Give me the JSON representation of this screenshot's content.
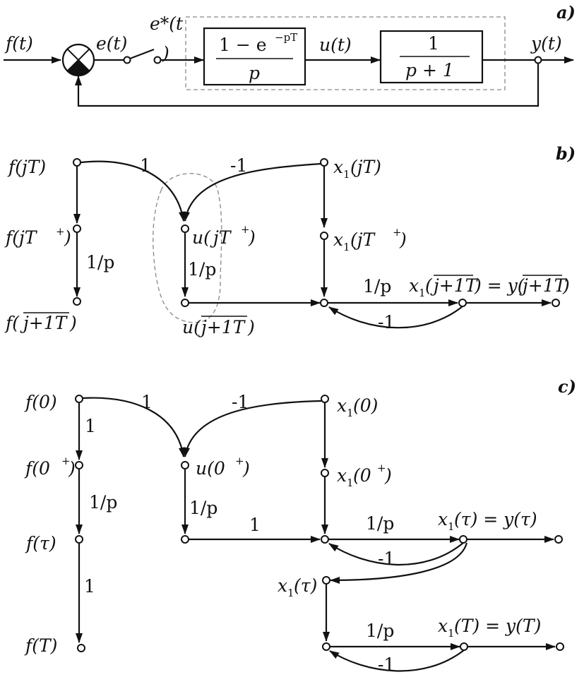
{
  "panel_a": {
    "tag": "a)",
    "input": "f(t)",
    "error": "e(t)",
    "sampled": "e*(t",
    "sampled_tail": ")",
    "hold_num": "1 − e",
    "hold_exp": "−pT",
    "hold_den": "p",
    "control": "u(t)",
    "plant_num": "1",
    "plant_den": "p   +  1",
    "output": "y(t)"
  },
  "panel_b": {
    "tag": "b)",
    "f_jT": "f(jT)",
    "f_jT_plus": "f(jT",
    "f_next_a": "f(",
    "f_next_b": "j+1T",
    "f_next_c": ")",
    "u_jT_plus_a": "u(",
    "u_jT_plus_b": "jT",
    "u_jT_plus_c": ")",
    "u_next_a": "u(",
    "u_next_b": "j+1T",
    "u_next_c": ")",
    "x1_jT_a": "x",
    "x1_jT_b": "(jT)",
    "x1_jTp_a": "x",
    "x1_jTp_b": "(jT",
    "x1_jTp_c": ")",
    "x1_next_a": "x",
    "x1_next_b": "(",
    "x1_next_c": "j+1T",
    "x1_next_d": ") = y(",
    "x1_next_e": "j+1T",
    "x1_next_f": ")",
    "gain_1": "1",
    "gain_m1": "-1",
    "gain_1p_left": "1/p",
    "gain_1p_mid": "1/p",
    "gain_1p_right": "1/p",
    "gain_fb": "-1",
    "sub1": "1",
    "plus": "+"
  },
  "panel_c": {
    "tag": "c)",
    "f0": "f(0)",
    "f0p": "f(0",
    "f0p_close": ")",
    "ftau": "f(τ)",
    "fT": "f(T)",
    "u0p": "u(0",
    "u0p_close": ")",
    "x10_a": "x",
    "x10_b": "(0)",
    "x10p_a": "x",
    "x10p_b": "(0",
    "x10p_c": ")",
    "x1tau_y_a": "x",
    "x1tau_y_b": "(τ) = y(τ)",
    "x1tau_a": "x",
    "x1tau_b": "(τ)",
    "x1T_y_a": "x",
    "x1T_y_b": "(T) = y(T)",
    "gain_1_top": "1",
    "gain_m1_top": "-1",
    "gain_1_left": "1",
    "gain_1p_left": "1/p",
    "gain_1_left2": "1",
    "gain_1p_mid": "1/p",
    "gain_1_mid": "1",
    "gain_1p_right": "1/p",
    "gain_fb": "-1",
    "gain_1p_bottom": "1/p",
    "gain_fb_bottom": "-1",
    "sub1": "1",
    "plus": "+"
  }
}
